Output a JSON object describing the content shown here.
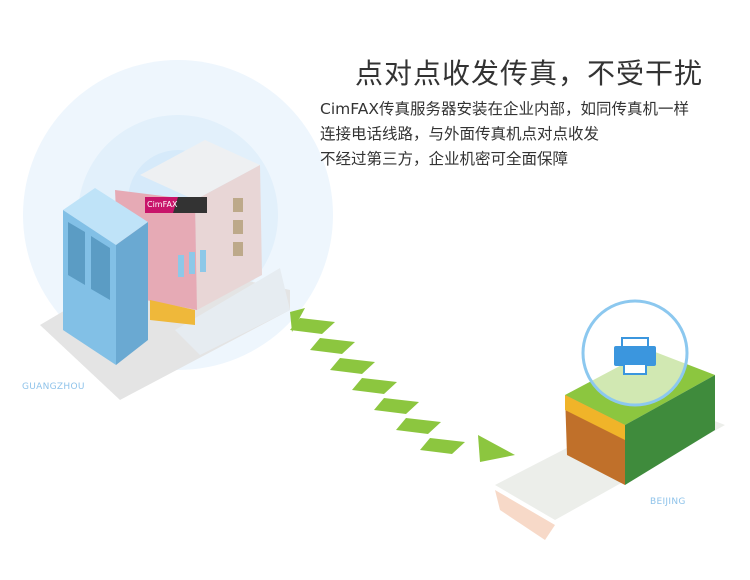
{
  "headline": "点对点收发传真，不受干扰",
  "description": [
    "CimFAX传真服务器安装在企业内部，如同传真机一样",
    "连接电话线路，与外面传真机点对点收发",
    "不经过第三方，企业机密可全面保障"
  ],
  "locations": {
    "source": "GUANGZHOU",
    "destination": "BEIJING"
  },
  "brand_sign": "CimFAX",
  "colors": {
    "arrow": "#8cc63f",
    "signal": "#d8ecfb",
    "tower": "#7fbde6",
    "sign": "#c8146a"
  }
}
